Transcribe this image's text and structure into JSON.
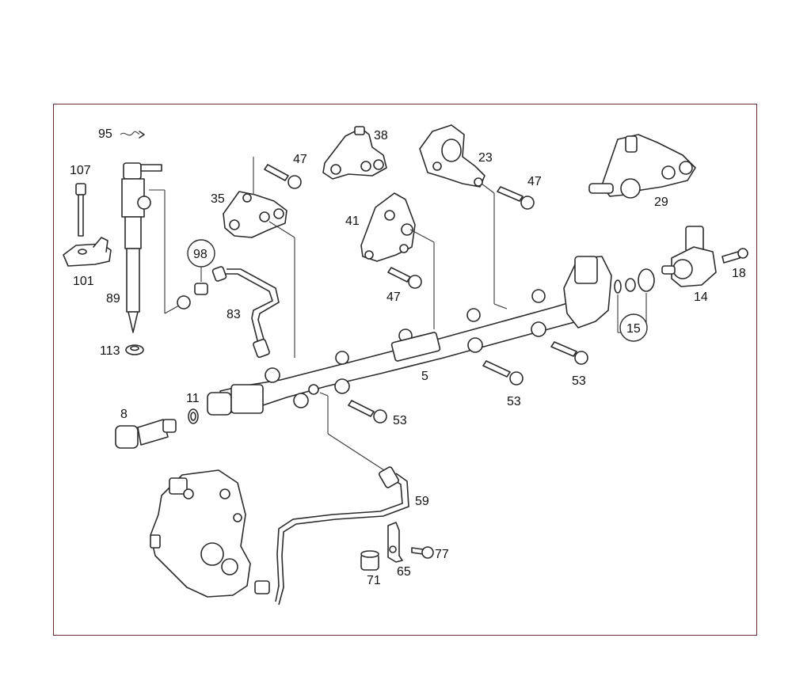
{
  "diagram": {
    "callouts": {
      "c95": "95",
      "c107": "107",
      "c101": "101",
      "c89": "89",
      "c113": "113",
      "c98": "98",
      "c83": "83",
      "c35": "35",
      "c47a": "47",
      "c38": "38",
      "c23": "23",
      "c47b": "47",
      "c29": "29",
      "c41": "41",
      "c47c": "47",
      "c18": "18",
      "c14": "14",
      "c15": "15",
      "c5": "5",
      "c53a": "53",
      "c53b": "53",
      "c53c": "53",
      "c8": "8",
      "c11": "11",
      "c59": "59",
      "c71": "71",
      "c65": "65",
      "c77": "77"
    },
    "colors": {
      "frame": "#6a2a35",
      "line": "#2b2b2b"
    }
  }
}
